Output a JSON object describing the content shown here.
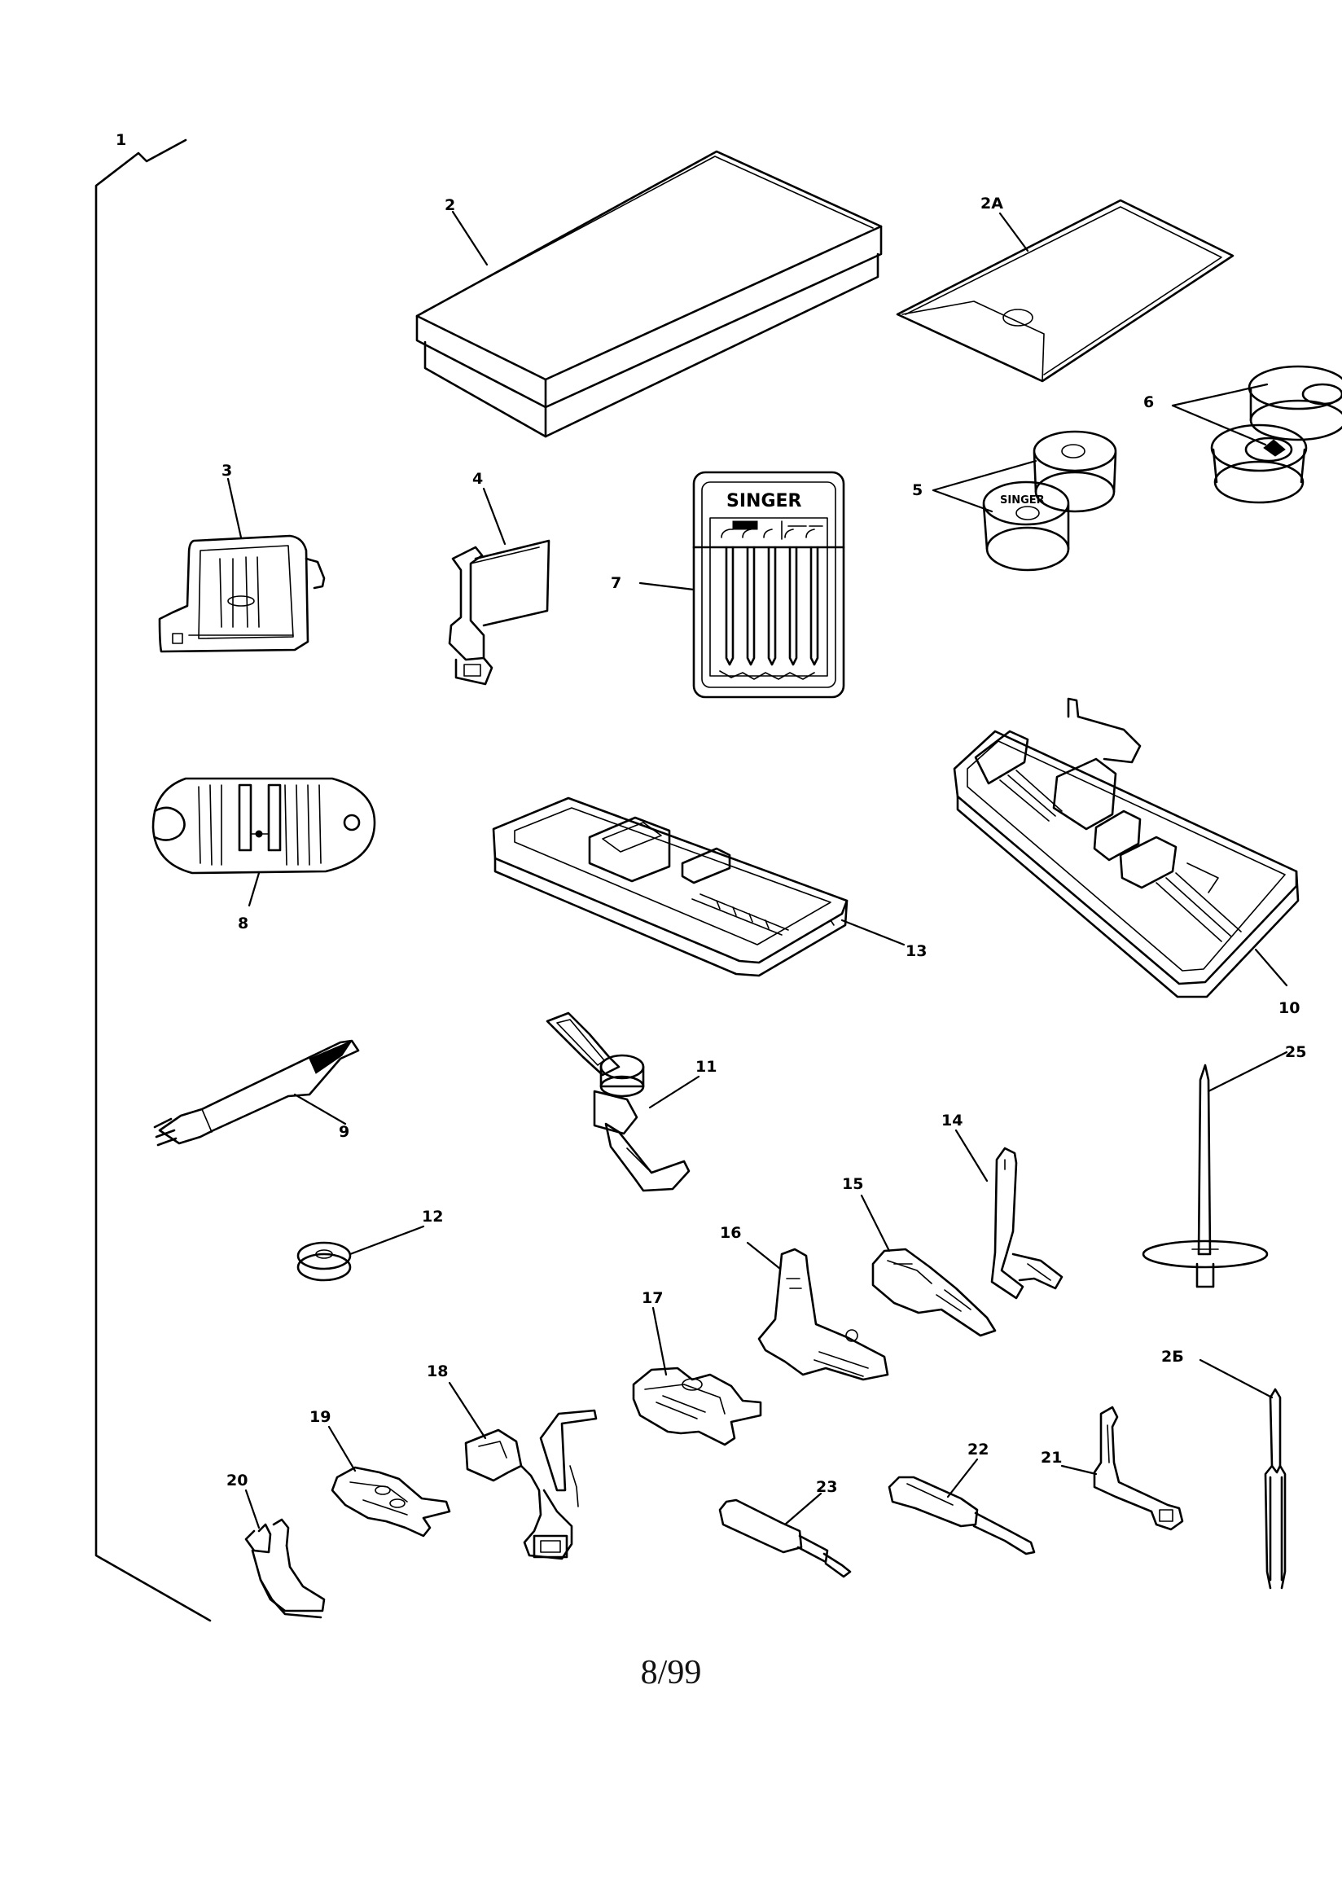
{
  "diagram": {
    "labels": {
      "l1": "1",
      "l2": "2",
      "l2a": "2A",
      "l3": "3",
      "l4": "4",
      "l5": "5",
      "l6": "6",
      "l7": "7",
      "l8": "8",
      "l9": "9",
      "l10": "10",
      "l11": "11",
      "l12": "12",
      "l13": "13",
      "l14": "14",
      "l15": "15",
      "l16": "16",
      "l17": "17",
      "l18": "18",
      "l19": "19",
      "l20": "20",
      "l21": "21",
      "l22": "22",
      "l23": "23",
      "l25": "25",
      "l26": "2Б"
    },
    "brand_text": "SINGER",
    "bobbin_brand_text": "SINGER"
  },
  "footer": {
    "page_number": "8/99"
  }
}
